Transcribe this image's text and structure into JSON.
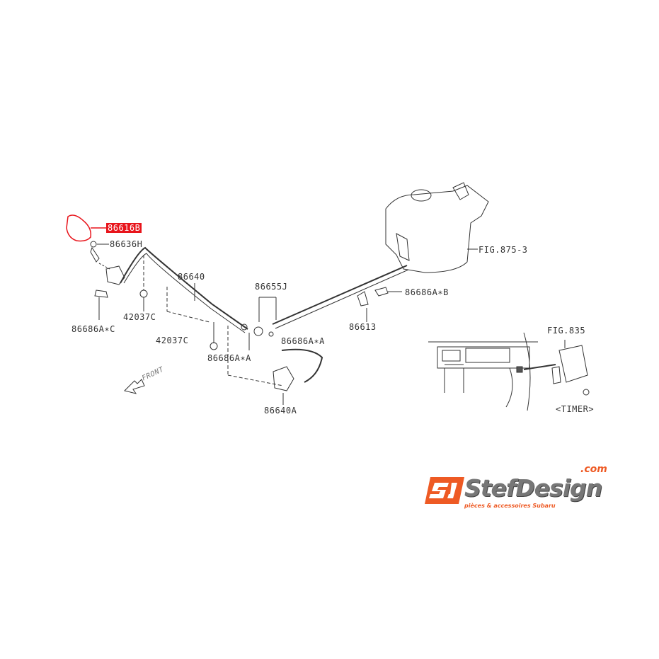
{
  "diagram": {
    "labels": {
      "p86616B": "86616B",
      "p86636H": "86636H",
      "p86640": "86640",
      "p86686AC": "86686A∗C",
      "p42037C_a": "42037C",
      "p42037C_b": "42037C",
      "p86686AA_a": "86686A∗A",
      "p86686AA_b": "86686A∗A",
      "p86655J": "86655J",
      "p86613": "86613",
      "p86686AB": "86686A∗B",
      "p86640A": "86640A",
      "fig875": "FIG.875-3",
      "fig835": "FIG.835",
      "timer": "<TIMER>",
      "front": "FRONT"
    },
    "highlight_color": "#e8141b"
  },
  "logo": {
    "name": "StefDesign",
    "domain": ".com",
    "tagline": "pièces & accessoires Subaru",
    "accent": "#ee5a24"
  }
}
